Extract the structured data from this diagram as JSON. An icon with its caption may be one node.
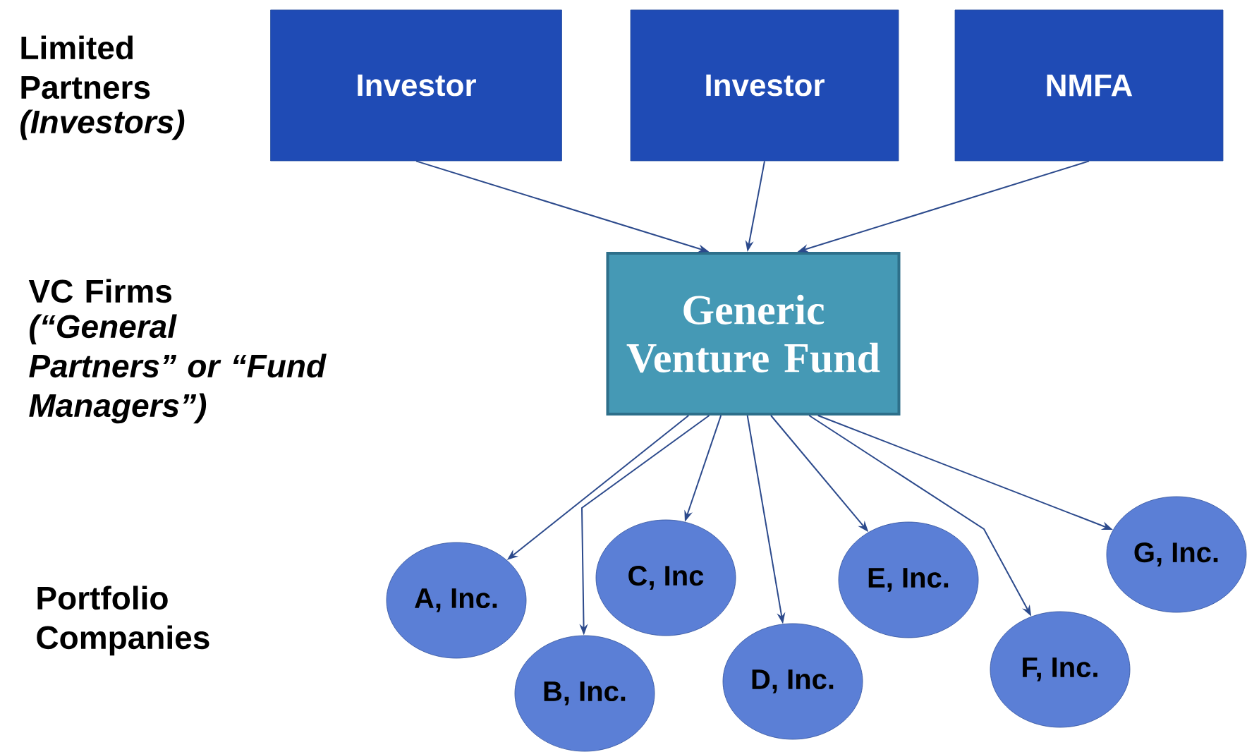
{
  "diagram": {
    "nodes": [
      {
        "text": [
          "Investor"
        ]
      },
      {
        "text": [
          "Investor"
        ]
      },
      {
        "text": [
          "NMFA"
        ]
      },
      {
        "text": [
          "Generic Venture Fund"
        ]
      },
      {
        "text": [
          "A, Inc."
        ]
      },
      {
        "text": [
          "B, Inc."
        ]
      },
      {
        "text": [
          "C, Inc"
        ]
      },
      {
        "text": [
          "D, Inc."
        ]
      },
      {
        "text": [
          "E, Inc."
        ]
      },
      {
        "text": [
          "F, Inc."
        ]
      },
      {
        "text": [
          "G, Inc."
        ]
      }
    ],
    "edges": [
      {
        "from": 0,
        "to": 3,
        "arrow": "to"
      },
      {
        "from": 1,
        "to": 3,
        "arrow": "to"
      },
      {
        "from": 2,
        "to": 3,
        "arrow": "to"
      },
      {
        "from": 3,
        "to": 4,
        "arrow": "to"
      },
      {
        "from": 3,
        "to": 5,
        "arrow": "to"
      },
      {
        "from": 3,
        "to": 6,
        "arrow": "to"
      },
      {
        "from": 3,
        "to": 7,
        "arrow": "to"
      },
      {
        "from": 3,
        "to": 8,
        "arrow": "to"
      },
      {
        "from": 3,
        "to": 9,
        "arrow": "to"
      },
      {
        "from": 3,
        "to": 10,
        "arrow": "to"
      }
    ],
    "labels": [
      "Limited Partners",
      "(Investors)",
      "VC Firms",
      "(“General Partners” or “Fund Managers”)",
      "Portfolio Companies"
    ]
  }
}
